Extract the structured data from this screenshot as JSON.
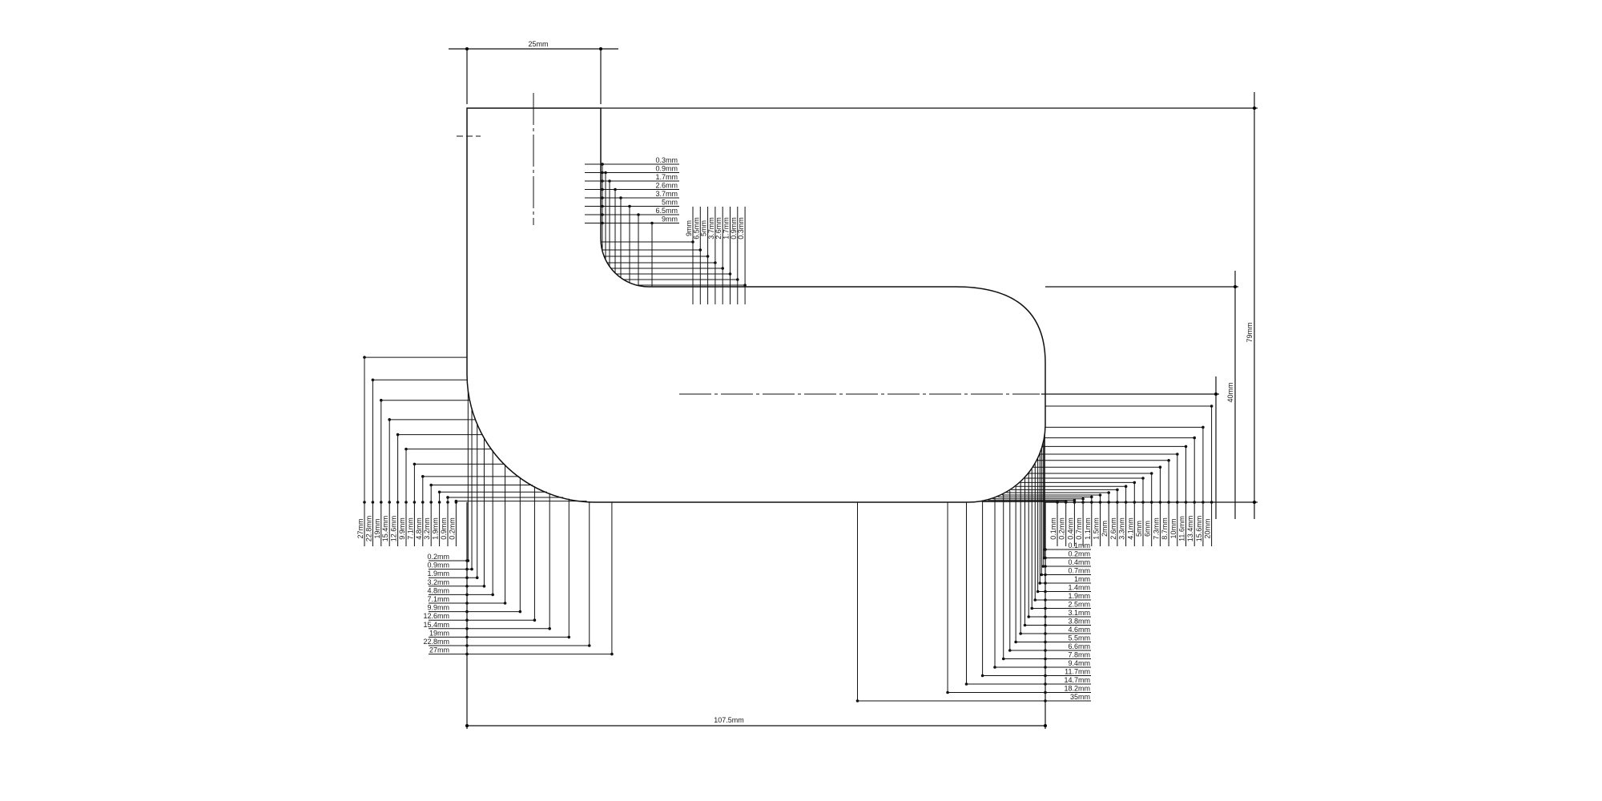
{
  "drawing": {
    "overall_width": "107.5mm",
    "top_width": "25mm",
    "overall_height": "79mm",
    "mid_height": "40mm",
    "inner_corner": {
      "horizontal_labels": [
        "0.3mm",
        "0.9mm",
        "1.7mm",
        "2.6mm",
        "3.7mm",
        "5mm",
        "6.5mm",
        "9mm"
      ],
      "vertical_labels": [
        "9mm",
        "6.5mm",
        "5mm",
        "3.7mm",
        "2.6mm",
        "1.7mm",
        "0.9mm",
        "0.3mm"
      ]
    },
    "left_corner": {
      "vertical_labels": [
        "27mm",
        "22.8mm",
        "19mm",
        "15.4mm",
        "12.6mm",
        "9.9mm",
        "7.1mm",
        "4.8mm",
        "3.2mm",
        "1.9mm",
        "0.9mm",
        "0.2mm"
      ],
      "vertical_values": [
        27,
        22.8,
        19,
        15.4,
        12.6,
        9.9,
        7.1,
        4.8,
        3.2,
        1.9,
        0.9,
        0.2
      ],
      "horizontal_labels": [
        "0.2mm",
        "0.9mm",
        "1.9mm",
        "3.2mm",
        "4.8mm",
        "7.1mm",
        "9.9mm",
        "12.6mm",
        "15.4mm",
        "19mm",
        "22.8mm",
        "27mm"
      ],
      "horizontal_values": [
        0.2,
        0.9,
        1.9,
        3.2,
        4.8,
        7.1,
        9.9,
        12.6,
        15.4,
        19,
        22.8,
        27
      ]
    },
    "right_corner": {
      "vertical_labels": [
        "0.1mm",
        "0.2mm",
        "0.4mm",
        "0.7mm",
        "1.1mm",
        "1.5mm",
        "2mm",
        "2.6mm",
        "3.3mm",
        "4.1mm",
        "5mm",
        "6mm",
        "7.3mm",
        "8.7mm",
        "10mm",
        "11.6mm",
        "13.4mm",
        "15.6mm",
        "20mm"
      ],
      "vertical_values": [
        0.1,
        0.2,
        0.4,
        0.7,
        1.1,
        1.5,
        2,
        2.6,
        3.3,
        4.1,
        5,
        6,
        7.3,
        8.7,
        10,
        11.6,
        13.4,
        15.6,
        20
      ],
      "horizontal_labels": [
        "0.1mm",
        "0.2mm",
        "0.4mm",
        "0.7mm",
        "1mm",
        "1.4mm",
        "1.9mm",
        "2.5mm",
        "3.1mm",
        "3.8mm",
        "4.6mm",
        "5.5mm",
        "6.6mm",
        "7.8mm",
        "9.4mm",
        "11.7mm",
        "14.7mm",
        "18.2mm",
        "35mm"
      ],
      "horizontal_values": [
        0.1,
        0.2,
        0.4,
        0.7,
        1,
        1.4,
        1.9,
        2.5,
        3.1,
        3.8,
        4.6,
        5.5,
        6.6,
        7.8,
        9.4,
        11.7,
        14.7,
        18.2,
        35
      ]
    }
  }
}
